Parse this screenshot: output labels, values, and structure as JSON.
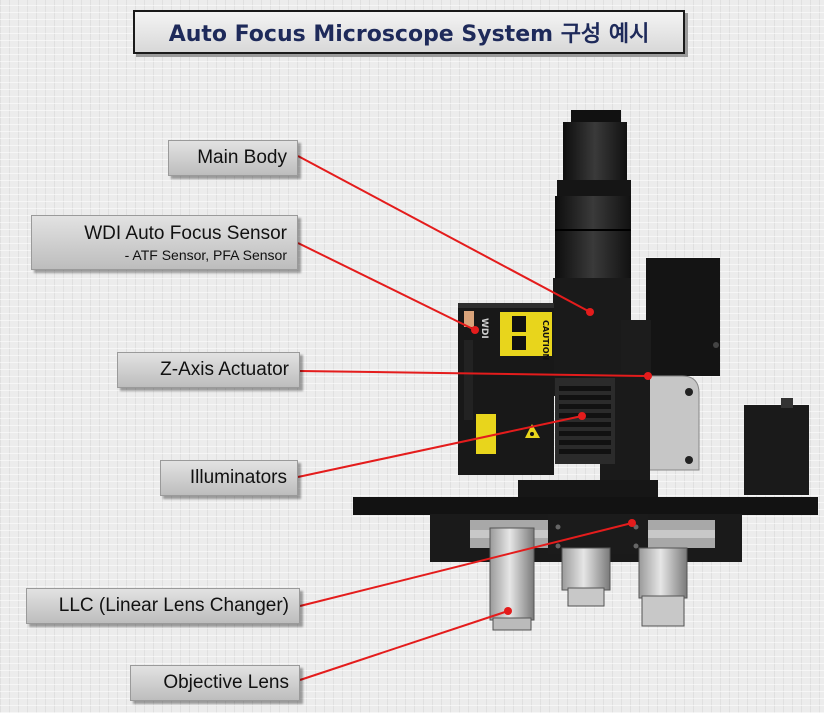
{
  "title": "Auto Focus Microscope System 구성 예시",
  "callouts": [
    {
      "label": "Main Body",
      "sublabel": ""
    },
    {
      "label": "WDI Auto Focus Sensor",
      "sublabel": "- ATF Sensor, PFA Sensor"
    },
    {
      "label": "Z-Axis Actuator",
      "sublabel": ""
    },
    {
      "label": "Illuminators",
      "sublabel": ""
    },
    {
      "label": "LLC (Linear Lens Changer)",
      "sublabel": ""
    },
    {
      "label": "Objective Lens",
      "sublabel": ""
    }
  ],
  "device_text": {
    "caution": "CAUTION",
    "logo": "WDI"
  },
  "colors": {
    "leader_line": "#e41c1c",
    "title_text": "#1e2a5a",
    "device_body": "#1b1b1b",
    "warning_label": "#e8d51c"
  }
}
